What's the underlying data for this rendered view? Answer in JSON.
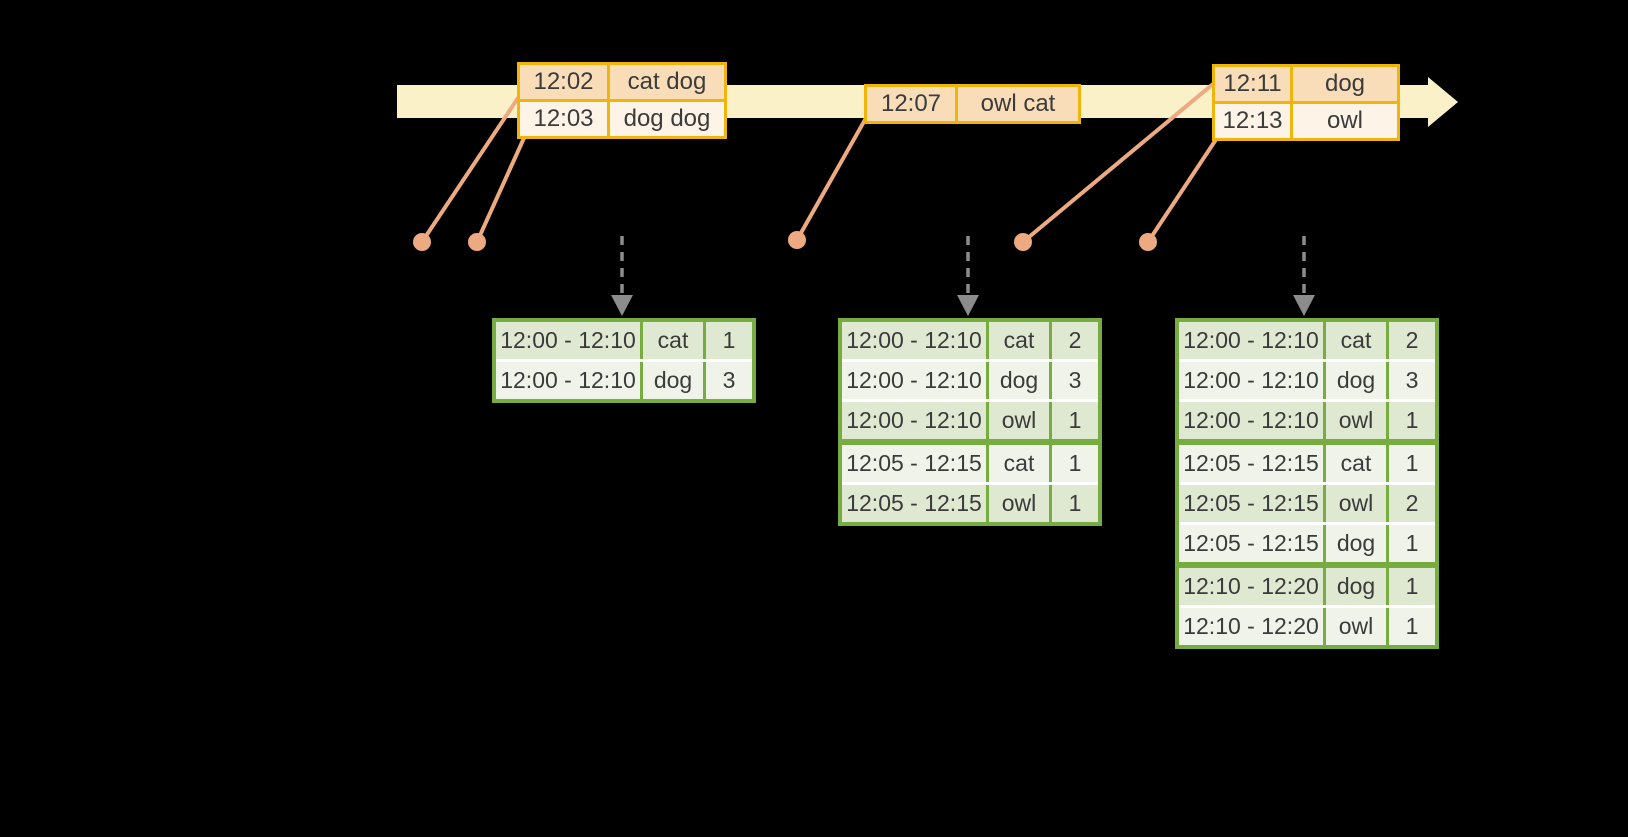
{
  "colors": {
    "background": "#000000",
    "timeline_band": "#fbf1c9",
    "event_border": "#f0b50a",
    "event_row_odd": "#f8ddb8",
    "event_row_even": "#fdf4e7",
    "connector": "#edaa80",
    "dashed_arrow": "#8c8c8c",
    "table_border": "#76ac40",
    "table_row_odd": "#dfe8d1",
    "table_row_even": "#eff3ea",
    "table_row_separator": "#ffffff",
    "text": "#3b3b3b"
  },
  "timeline": {
    "events": [
      {
        "rows": [
          {
            "time": "12:02",
            "words": "cat dog"
          },
          {
            "time": "12:03",
            "words": "dog dog"
          }
        ]
      },
      {
        "rows": [
          {
            "time": "12:07",
            "words": "owl cat"
          }
        ]
      },
      {
        "rows": [
          {
            "time": "12:11",
            "words": "dog"
          },
          {
            "time": "12:13",
            "words": "owl"
          }
        ]
      }
    ]
  },
  "result_tables": [
    {
      "groups": [
        {
          "rows": [
            {
              "window": "12:00 - 12:10",
              "word": "cat",
              "count": 1
            },
            {
              "window": "12:00 - 12:10",
              "word": "dog",
              "count": 3
            }
          ]
        }
      ]
    },
    {
      "groups": [
        {
          "rows": [
            {
              "window": "12:00 - 12:10",
              "word": "cat",
              "count": 2
            },
            {
              "window": "12:00 - 12:10",
              "word": "dog",
              "count": 3
            },
            {
              "window": "12:00 - 12:10",
              "word": "owl",
              "count": 1
            }
          ]
        },
        {
          "rows": [
            {
              "window": "12:05 - 12:15",
              "word": "cat",
              "count": 1
            },
            {
              "window": "12:05 - 12:15",
              "word": "owl",
              "count": 1
            }
          ]
        }
      ]
    },
    {
      "groups": [
        {
          "rows": [
            {
              "window": "12:00 - 12:10",
              "word": "cat",
              "count": 2
            },
            {
              "window": "12:00 - 12:10",
              "word": "dog",
              "count": 3
            },
            {
              "window": "12:00 - 12:10",
              "word": "owl",
              "count": 1
            }
          ]
        },
        {
          "rows": [
            {
              "window": "12:05 - 12:15",
              "word": "cat",
              "count": 1
            },
            {
              "window": "12:05 - 12:15",
              "word": "owl",
              "count": 2
            },
            {
              "window": "12:05 - 12:15",
              "word": "dog",
              "count": 1
            }
          ]
        },
        {
          "rows": [
            {
              "window": "12:10 - 12:20",
              "word": "dog",
              "count": 1
            },
            {
              "window": "12:10 - 12:20",
              "word": "owl",
              "count": 1
            }
          ]
        }
      ]
    }
  ]
}
